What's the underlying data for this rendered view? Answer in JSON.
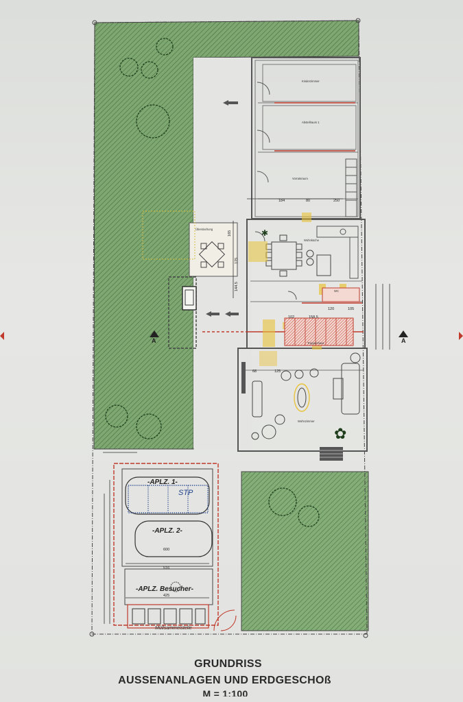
{
  "title": {
    "line1": "GRUNDRISS",
    "line2": "AUSSENANLAGEN UND ERDGESCHOß",
    "line3": "M = 1:100"
  },
  "rooms": {
    "room1": "Kinderzimmer",
    "room2": "Abstellraum 1",
    "room3": "Vorratsraum",
    "kitchen": "Wohnküche",
    "terrace": "Überdachung",
    "wc": "WC",
    "stairs": "Treppenhaus",
    "living": "Wohnzimmer"
  },
  "parking": {
    "spot1": "-APLZ. 1-",
    "spot2": "-APLZ. 2-",
    "visitor": "-APLZ. Besucher-",
    "bins": "Müllsammelstelle",
    "stp": "STP"
  },
  "dimensions": {
    "d184": "184",
    "d80": "80",
    "d250": "250",
    "d165": "165",
    "d175": "175",
    "d1445": "144.5",
    "d102": "102",
    "d1585": "158.5",
    "d120": "120",
    "d105": "105",
    "d600": "600",
    "d516": "516",
    "d425": "425",
    "d68": "68",
    "d125": "125"
  },
  "section_marker": "A",
  "colors": {
    "lawn": "#6e9a63",
    "hatch": "#3f6a3a",
    "wall": "#555555",
    "red_line": "#c0392b",
    "yellow": "#e8c23a"
  }
}
